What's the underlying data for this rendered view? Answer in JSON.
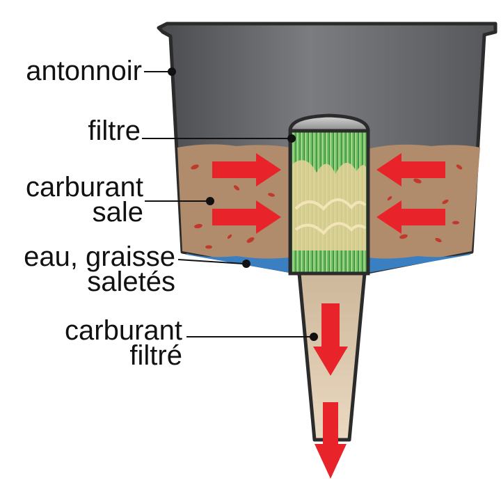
{
  "labels": {
    "funnel": "antonnoir",
    "filter": "filtre",
    "dirty_fuel_line1": "carburant",
    "dirty_fuel_line2": "sale",
    "residue_line1": "eau, graisse",
    "residue_line2": "saletés",
    "filtered_fuel_line1": "carburant",
    "filtered_fuel_line2": "filtré"
  },
  "colors": {
    "funnel_body": "#6e7073",
    "outline": "#2b2b2b",
    "dirty_fuel": "#b08c6c",
    "fuel_specks": "#c0392b",
    "water": "#3a7fc1",
    "filter_mesh": "#4caf50",
    "filtered_fuel": "#e6d3b6",
    "arrows": "#e8242a",
    "leader_lines": "#111111"
  },
  "icons": {
    "flow_arrow": "red-arrow-icon",
    "leader_end": "dot-marker"
  }
}
